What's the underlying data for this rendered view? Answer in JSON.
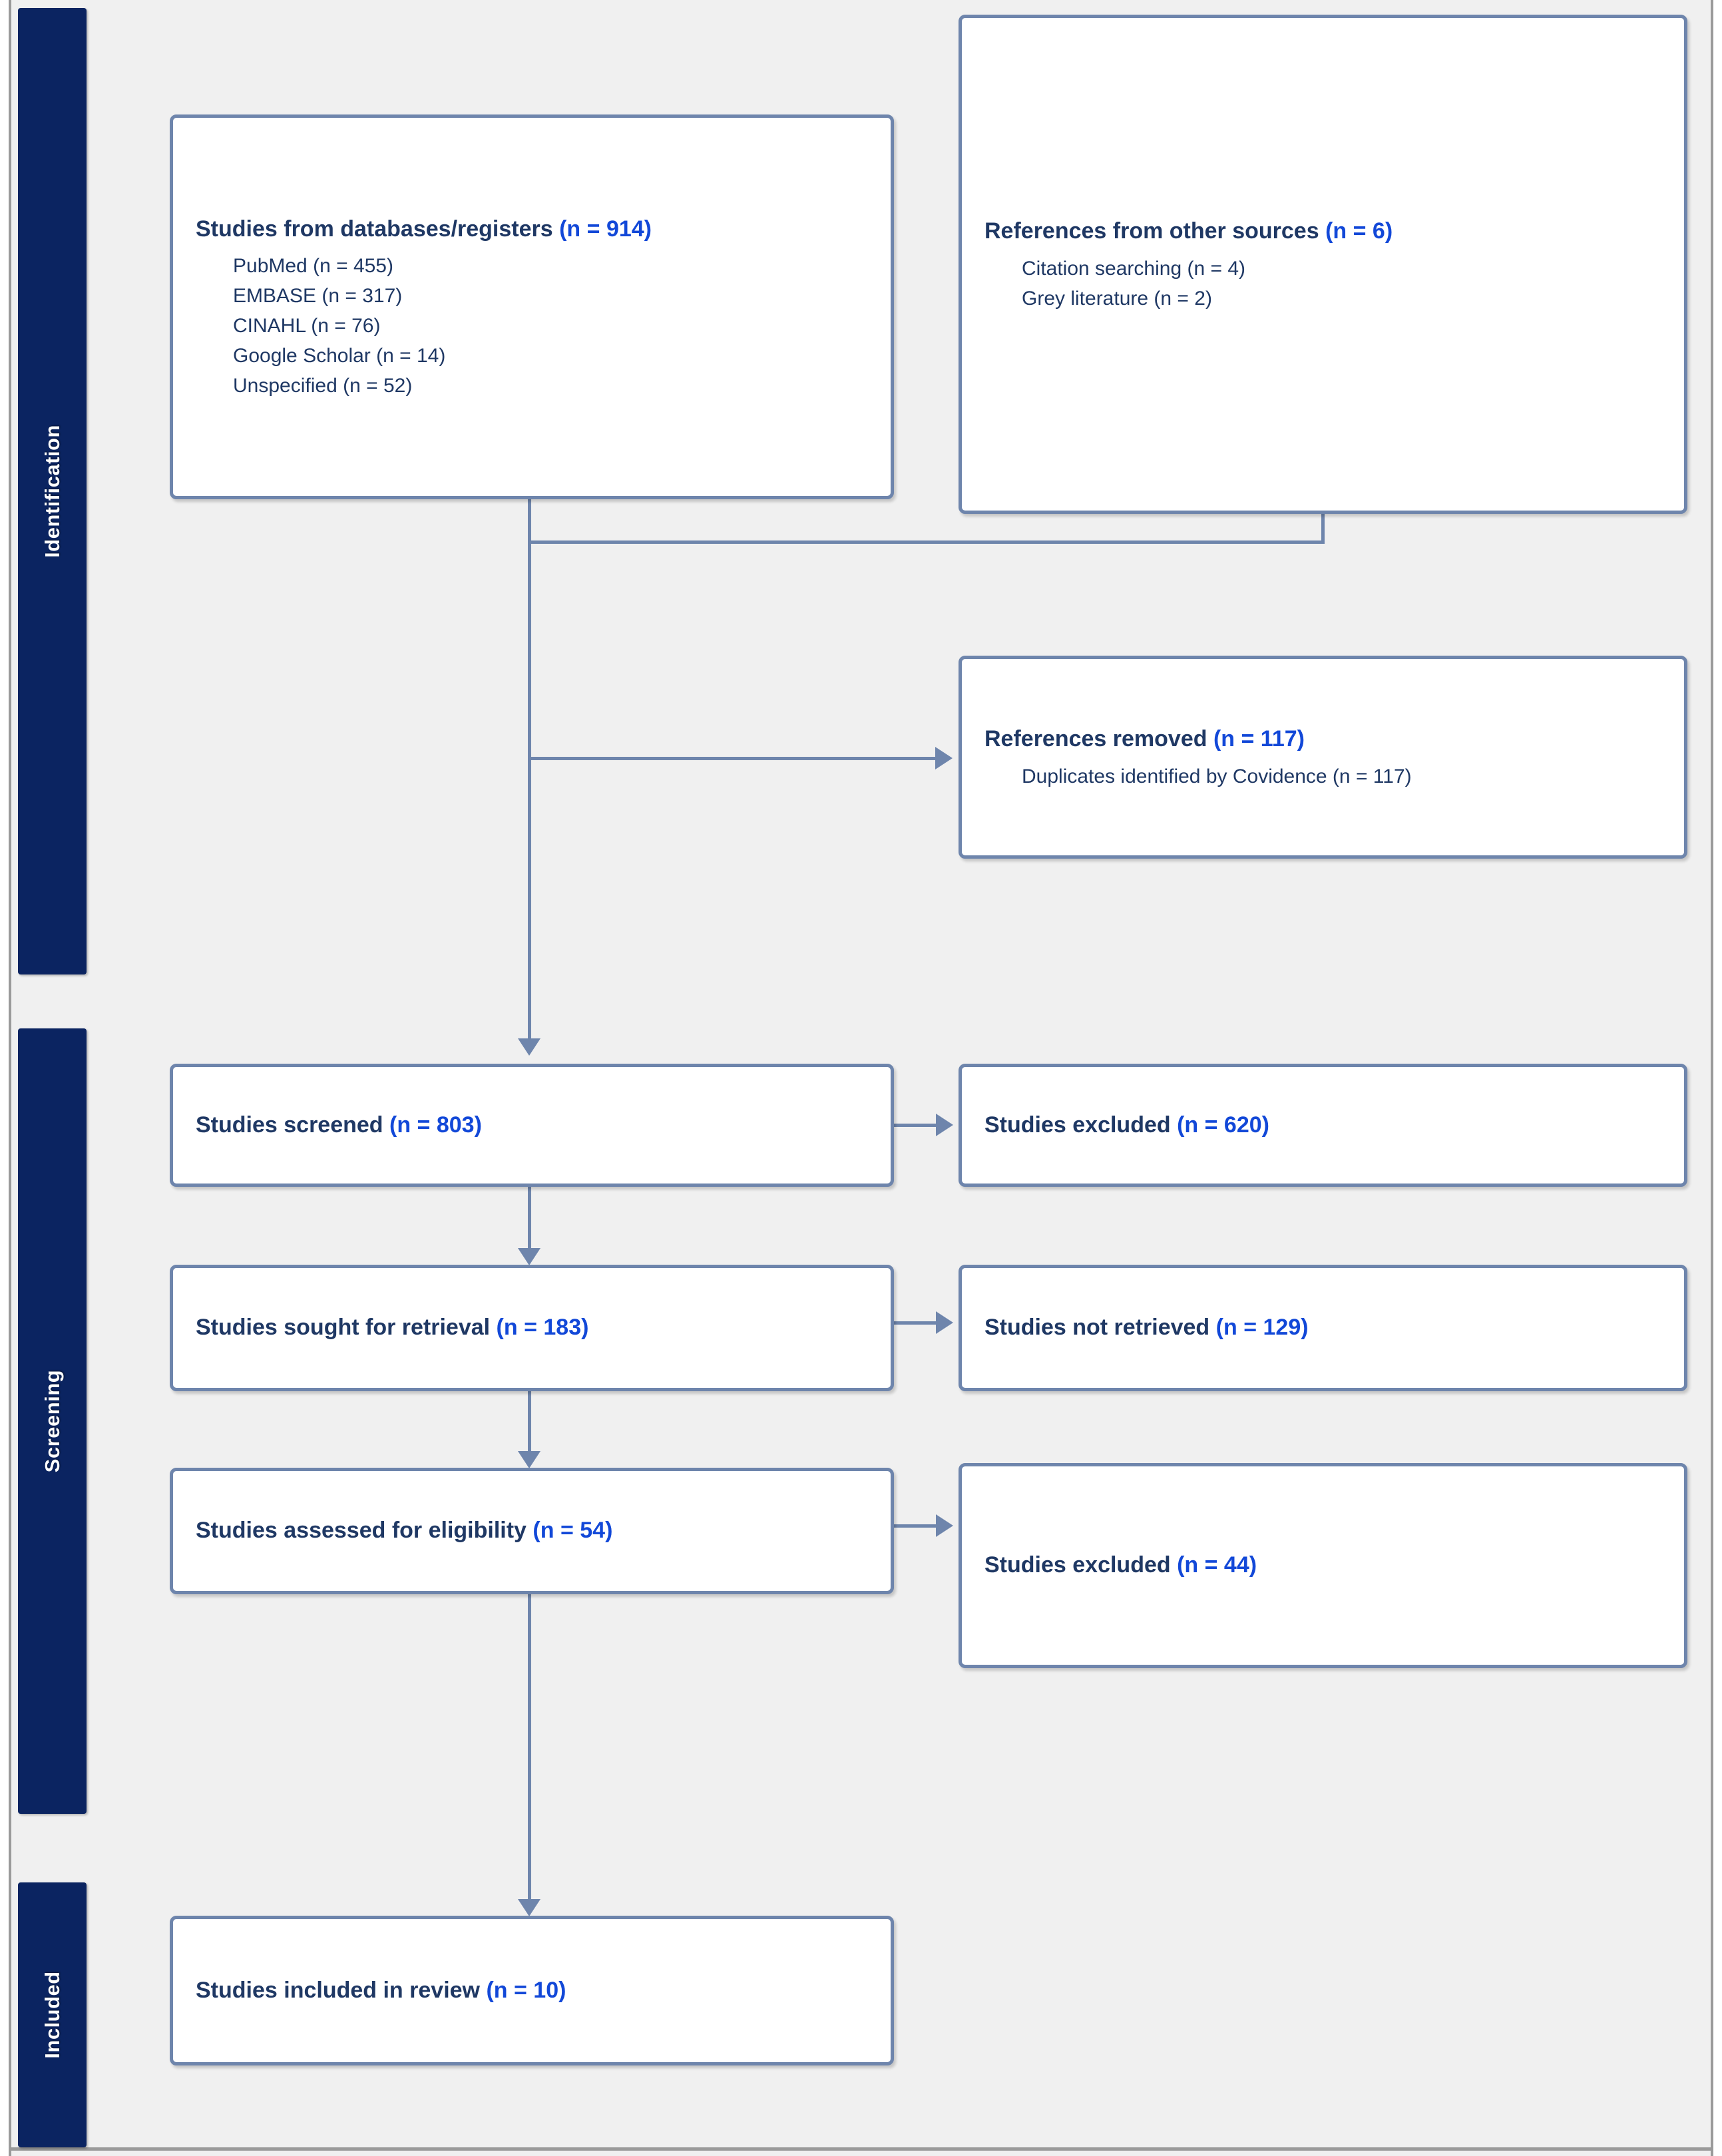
{
  "diagram": {
    "type": "prisma-flow-diagram",
    "stages": [
      {
        "id": "identification",
        "label": "Identification"
      },
      {
        "id": "screening",
        "label": "Screening"
      },
      {
        "id": "included",
        "label": "Included"
      }
    ],
    "boxes": {
      "databases": {
        "title": "Studies from databases/registers",
        "count": "(n = 914)",
        "items": [
          "PubMed (n = 455)",
          "EMBASE (n = 317)",
          "CINAHL (n = 76)",
          "Google Scholar (n = 14)",
          "Unspecified (n = 52)"
        ]
      },
      "other_sources": {
        "title": "References from other sources",
        "count": "(n = 6)",
        "items": [
          "Citation searching (n = 4)",
          "Grey literature (n = 2)"
        ]
      },
      "removed": {
        "title": "References removed",
        "count": "(n = 117)",
        "items": [
          "Duplicates identified by Covidence (n = 117)"
        ]
      },
      "screened": {
        "title": "Studies screened",
        "count": "(n = 803)",
        "items": []
      },
      "screened_excluded": {
        "title": "Studies excluded",
        "count": "(n = 620)",
        "items": []
      },
      "sought": {
        "title": "Studies sought for retrieval",
        "count": "(n = 183)",
        "items": []
      },
      "not_retrieved": {
        "title": "Studies not retrieved",
        "count": "(n = 129)",
        "items": []
      },
      "assessed": {
        "title": "Studies assessed for eligibility",
        "count": "(n = 54)",
        "items": []
      },
      "eligibility_excluded": {
        "title": "Studies excluded",
        "count": "(n = 44)",
        "items": []
      },
      "included": {
        "title": "Studies included in review",
        "count": "(n = 10)",
        "items": []
      }
    },
    "colors": {
      "stage_band": "#0b2461",
      "box_border": "#6e85ac",
      "title_text": "#1f3864",
      "count_text": "#1248d8",
      "canvas": "#f0f0f0"
    }
  }
}
